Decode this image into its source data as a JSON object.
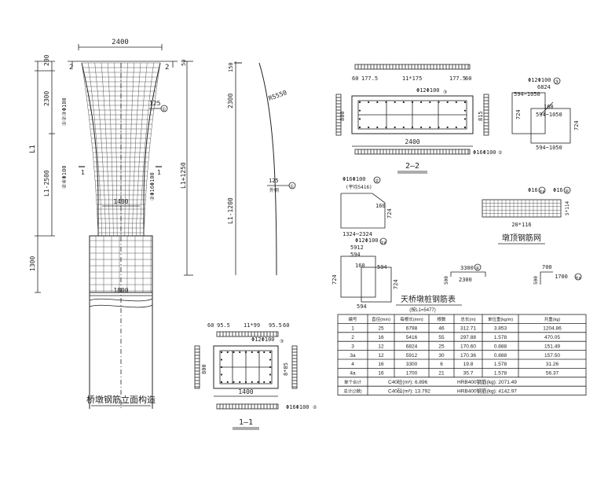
{
  "elevation": {
    "width_top": "2400",
    "dim_200": "200",
    "dim_2300": "2300",
    "dim_L1": "L1",
    "dim_L1_2500": "L1-2500",
    "dim_1300": "1300",
    "width_mid": "1400",
    "width_bottom": "1800",
    "bar_labels": [
      "①②③Φ100",
      "②Φ16Φ100",
      "②⑥Φ100"
    ],
    "rebar_callout": "125",
    "rebar_callout_ref": "①",
    "section_mark": "1",
    "title": "桥墩钢筋立面构造"
  },
  "side_view": {
    "dim_50": "50",
    "dim_150": "150",
    "dim_2300": "2300",
    "dim_L1_1200": "L1-1200",
    "dim_L1_1250": "L1+1250",
    "radius": "R5550",
    "callout": "125",
    "callout_note": "外侧",
    "callout_ref": "①"
  },
  "section_2_2": {
    "dims_top": [
      "60",
      "177.5",
      "11*175",
      "177.5",
      "60"
    ],
    "bar_note": "Φ12Φ100",
    "bar_ref": "③",
    "height": "800",
    "inner_height": "815",
    "width": "2400",
    "bottom_note": "Φ16Φ100",
    "bottom_ref": "②",
    "label": "2—2"
  },
  "section_1_1": {
    "dims_top": [
      "60",
      "95.5",
      "11*99",
      "95.5",
      "60"
    ],
    "bar_note": "Φ12Φ100",
    "bar_ref": "③",
    "height": "800",
    "inner_height": "8*85",
    "width": "1400",
    "bottom_note": "Φ16Φ100",
    "bottom_ref": "②",
    "label": "1—1"
  },
  "bends": {
    "b3_note": "Φ12Φ100",
    "b3_ref": "③",
    "b3_len": "6824",
    "b3_dims": [
      "594~1050",
      "594~1050",
      "594~1050",
      "160",
      "724",
      "724"
    ],
    "b2_note": "Φ16Φ100",
    "b2_ref": "②",
    "b2_sub": "(平均5416)",
    "b2_dims": [
      "160",
      "724",
      "1324~2324"
    ],
    "b3a_note": "Φ12Φ100",
    "b3a_ref": "③a",
    "b3a_len": "5912",
    "b3a_dims": [
      "594",
      "160",
      "724",
      "724",
      "594",
      "594"
    ],
    "b4_len": "3300",
    "b4_ref": "④",
    "b4_span": "2300",
    "b4_leg": "500",
    "b4a_len": "1700",
    "b4a_ref": "④a",
    "b4a_top": "700",
    "b4a_leg": "500"
  },
  "mesh": {
    "bar_a": "Φ16",
    "bar_a_ref": "④a",
    "bar_b": "Φ16",
    "bar_b_ref": "④",
    "side_dim": "5*114",
    "span": "20*116",
    "title": "墩顶钢筋网"
  },
  "table": {
    "title": "天桥墩桩钢筋表",
    "subtitle": "(按L1=5477)",
    "headers": [
      "编号",
      "直径(mm)",
      "每根长(mm)",
      "根数",
      "总长(m)",
      "单位重(kg/m)",
      "共重(kg)"
    ],
    "rows": [
      [
        "1",
        "25",
        "6798",
        "46",
        "312.71",
        "3.853",
        "1204.86"
      ],
      [
        "2",
        "16",
        "5416",
        "55",
        "297.88",
        "1.578",
        "470.05"
      ],
      [
        "3",
        "12",
        "6824",
        "25",
        "170.60",
        "0.888",
        "151.49"
      ],
      [
        "3a",
        "12",
        "5912",
        "30",
        "170.36",
        "0.888",
        "157.50"
      ],
      [
        "4",
        "16",
        "3300",
        "6",
        "19.8",
        "1.578",
        "31.26"
      ],
      [
        "4a",
        "16",
        "1700",
        "21",
        "35.7",
        "1.578",
        "56.37"
      ]
    ],
    "footer": [
      {
        "label": "单个合计",
        "concrete": "C40砼(m³):  6.896",
        "steel": "HRB400钢筋(kg): 2071.49"
      },
      {
        "label": "总计(2墩)",
        "concrete": "C40砼(m³):  13.792",
        "steel": "HRB400钢筋(kg): 4142.97"
      }
    ]
  }
}
